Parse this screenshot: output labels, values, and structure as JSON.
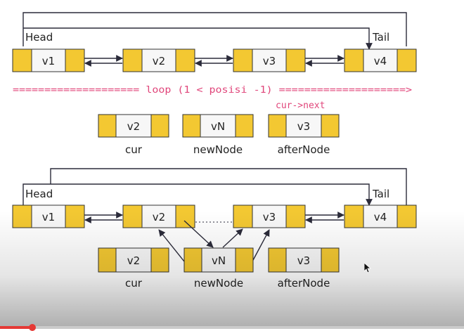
{
  "colors": {
    "node_fill": "#f3c832",
    "node_stroke": "#333333",
    "middle_fill": "#f7f7f7",
    "arrow": "#2b2b3a",
    "loop_text": "#e0457a",
    "label": "#222222",
    "progress_fill": "#e53935",
    "shade": "#000000"
  },
  "top": {
    "head_label": "Head",
    "tail_label": "Tail",
    "nodes": [
      "v1",
      "v2",
      "v3",
      "v4"
    ],
    "loop_text": "==================== loop (1 < posisi -1) ====================>",
    "next_label": "cur->next"
  },
  "vars": [
    {
      "value": "v2",
      "label": "cur"
    },
    {
      "value": "vN",
      "label": "newNode"
    },
    {
      "value": "v3",
      "label": "afterNode"
    }
  ],
  "bottom": {
    "head_label": "Head",
    "tail_label": "Tail",
    "nodes": [
      "v1",
      "v2",
      "v3",
      "v4"
    ],
    "vars": [
      {
        "value": "v2",
        "label": "cur"
      },
      {
        "value": "vN",
        "label": "newNode"
      },
      {
        "value": "v3",
        "label": "afterNode"
      }
    ]
  },
  "player": {
    "progress": 0.07,
    "icon": "cursor-arrow-icon"
  }
}
